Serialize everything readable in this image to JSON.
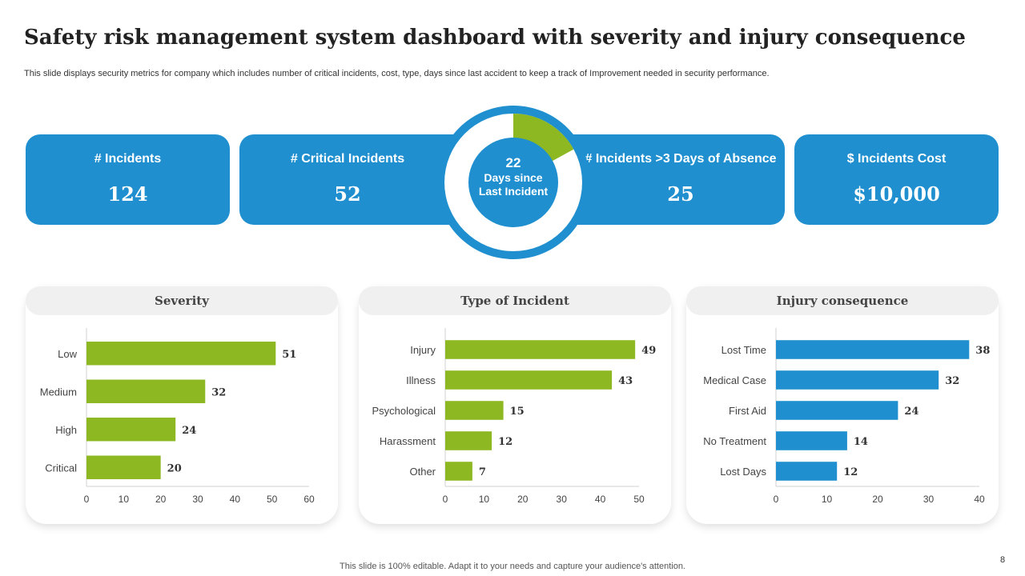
{
  "header": {
    "title": "Safety risk management system dashboard with severity and injury consequence",
    "subtitle": "This slide displays security metrics for company which includes number of critical incidents, cost, type,  days since last accident to keep a track of Improvement needed in security performance."
  },
  "kpis": [
    {
      "label": "# Incidents",
      "value": "124"
    },
    {
      "label": "# Critical Incidents",
      "value": "52"
    },
    {
      "label": "# Incidents >3 Days of Absence",
      "value": "25"
    },
    {
      "label": "$ Incidents Cost",
      "value": "$10,000"
    }
  ],
  "donut": {
    "number": "22",
    "line1": "Days since",
    "line2": "Last Incident",
    "progress_fraction": 0.17,
    "ring_color": "#1f8fcf",
    "segment_color": "#8db822"
  },
  "colors": {
    "accent_blue": "#1f8fcf",
    "accent_green": "#8db822"
  },
  "footer": {
    "note": "This slide is 100% editable. Adapt it to your needs and capture your audience's attention.",
    "page": "8"
  },
  "chart_data": [
    {
      "type": "bar",
      "orientation": "horizontal",
      "title": "Severity",
      "categories": [
        "Low",
        "Medium",
        "High",
        "Critical"
      ],
      "values": [
        51,
        32,
        24,
        20
      ],
      "xlim": [
        0,
        60
      ],
      "ticks": [
        0,
        10,
        20,
        30,
        40,
        50,
        60
      ],
      "color": "#8db822",
      "grid": false
    },
    {
      "type": "bar",
      "orientation": "horizontal",
      "title": "Type of Incident",
      "categories": [
        "Injury",
        "Illness",
        "Psychological",
        "Harassment",
        "Other"
      ],
      "values": [
        49,
        43,
        15,
        12,
        7
      ],
      "xlim": [
        0,
        50
      ],
      "ticks": [
        0,
        10,
        20,
        30,
        40,
        50
      ],
      "color": "#8db822",
      "grid": false
    },
    {
      "type": "bar",
      "orientation": "horizontal",
      "title": "Injury consequence",
      "categories": [
        "Lost Time",
        "Medical Case",
        "First Aid",
        "No Treatment",
        "Lost Days"
      ],
      "values": [
        38,
        32,
        24,
        14,
        12
      ],
      "xlim": [
        0,
        40
      ],
      "ticks": [
        0,
        10,
        20,
        30,
        40
      ],
      "color": "#1f8fcf",
      "grid": false
    }
  ]
}
